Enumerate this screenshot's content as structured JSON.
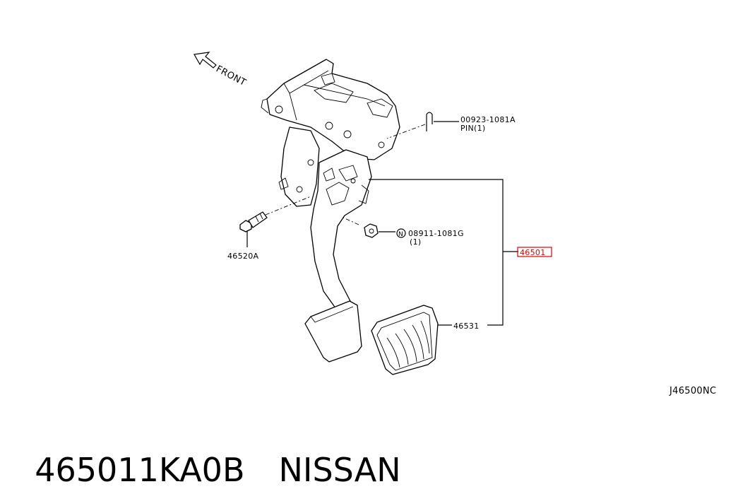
{
  "diagram": {
    "direction_label": "FRONT",
    "pin_part_number": "00923-1081A",
    "pin_desc": "PIN(1)",
    "nut_part_number": "08911-1081G",
    "nut_qty": "(1)",
    "nut_marker": "N",
    "bolt_part_number": "46520A",
    "assembly_part_number": "46501",
    "pad_part_number": "46531",
    "drawing_code": "J46500NC",
    "highlight_color": "#e00000"
  },
  "caption": {
    "part_number": "465011KA0B",
    "brand": "NISSAN"
  }
}
